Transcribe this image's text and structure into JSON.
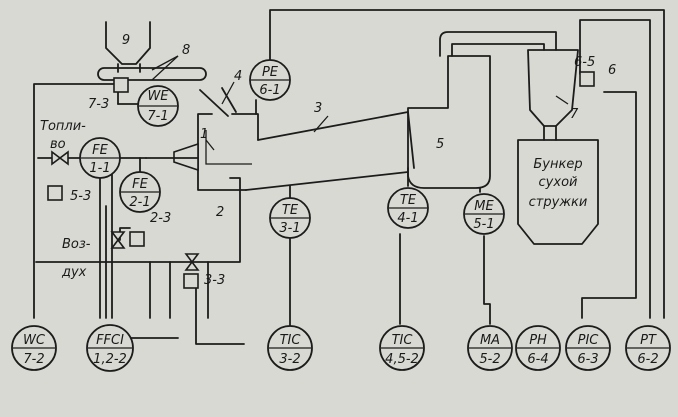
{
  "instruments": [
    {
      "id": "WE-7-1",
      "code": "WE",
      "index": "7-1"
    },
    {
      "id": "PE-6-1",
      "code": "PE",
      "index": "6-1"
    },
    {
      "id": "FE-1-1",
      "code": "FE",
      "index": "1-1"
    },
    {
      "id": "FE-2-1",
      "code": "FE",
      "index": "2-1"
    },
    {
      "id": "TE-3-1",
      "code": "TE",
      "index": "3-1"
    },
    {
      "id": "TE-4-1",
      "code": "TE",
      "index": "4-1"
    },
    {
      "id": "ME-5-1",
      "code": "ME",
      "index": "5-1"
    },
    {
      "id": "WC-7-2",
      "code": "WC",
      "index": "7-2"
    },
    {
      "id": "FFCI-1,2-2",
      "code": "FFCI",
      "index": "1,2-2"
    },
    {
      "id": "TIC-3-2",
      "code": "TIC",
      "index": "3-2"
    },
    {
      "id": "TIC-4,5-2",
      "code": "TIC",
      "index": "4,5-2"
    },
    {
      "id": "MA-5-2",
      "code": "MA",
      "index": "5-2"
    },
    {
      "id": "PH-6-4",
      "code": "PH",
      "index": "6-4"
    },
    {
      "id": "PIC-6-3",
      "code": "PIC",
      "index": "6-3"
    },
    {
      "id": "PT-6-2",
      "code": "PT",
      "index": "6-2"
    }
  ],
  "numbers": {
    "n1": "1",
    "n2": "2",
    "n3": "3",
    "n4": "4",
    "n5": "5",
    "n6": "6",
    "n7": "7",
    "n8": "8",
    "n9": "9",
    "n23": "2-3",
    "n33": "3-3",
    "n53": "5-3",
    "n65": "6-5",
    "n73": "7-3"
  },
  "labels": {
    "fuel_1": "Топли-",
    "fuel_2": "во",
    "air_1": "Воз-",
    "air_2": "дух",
    "bunker_1": "Бункер",
    "bunker_2": "сухой",
    "bunker_3": "стружки"
  }
}
